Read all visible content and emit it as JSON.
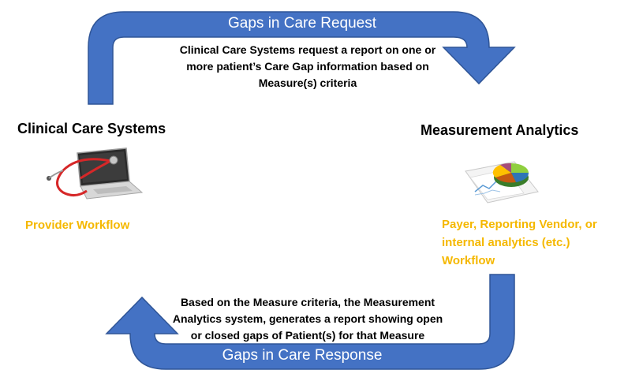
{
  "diagram": {
    "top_arrow_label": "Gaps in Care Request",
    "bottom_arrow_label": "Gaps in Care Response",
    "request_description": [
      "Clinical Care Systems request a report on one or",
      "more patient’s Care Gap information based on",
      "Measure(s) criteria"
    ],
    "response_description": [
      "Based on the Measure criteria, the Measurement",
      "Analytics system, generates a report showing open",
      "or closed gaps of Patient(s) for that Measure"
    ],
    "left_system": {
      "title": "Clinical Care Systems",
      "workflow": "Provider Workflow",
      "icon": "laptop-stethoscope-icon"
    },
    "right_system": {
      "title": "Measurement Analytics",
      "workflow_lines": [
        "Payer, Reporting Vendor, or",
        "internal analytics (etc.)",
        "Workflow"
      ],
      "icon": "analytics-pie-chart-icon"
    },
    "colors": {
      "arrow": "#4472c4",
      "arrow_stroke": "#2f5597",
      "workflow_text": "#f5b800"
    }
  }
}
